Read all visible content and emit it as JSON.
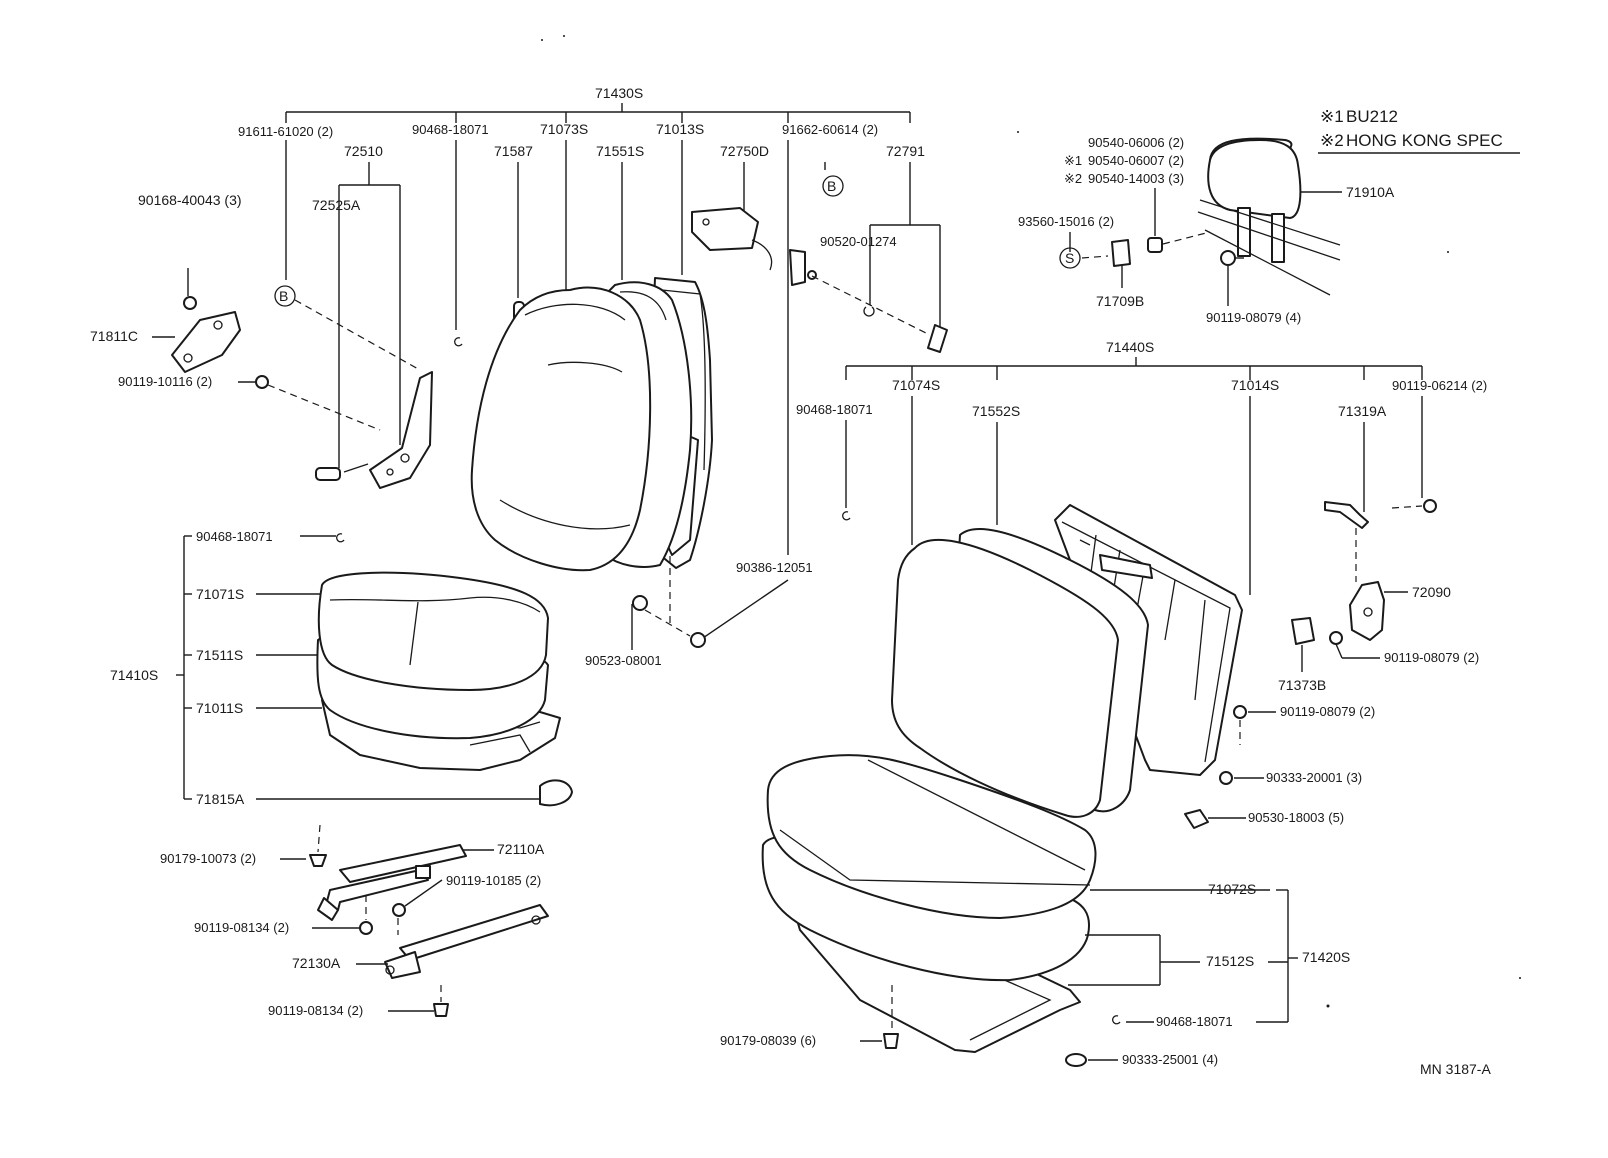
{
  "legend": {
    "line1_mark": "※1",
    "line1_text": "BU212",
    "line2_mark": "※2",
    "line2_text": "HONG KONG SPEC"
  },
  "footer_ref": "MN 3187-A",
  "labels": {
    "l_71430S": "71430S",
    "l_91611_61020": "91611-61020 (2)",
    "l_72510": "72510",
    "l_90468_18071_a": "90468-18071",
    "l_71073S": "71073S",
    "l_71013S": "71013S",
    "l_91662_60614": "91662-60614 (2)",
    "l_71587": "71587",
    "l_71551S": "71551S",
    "l_72750D": "72750D",
    "l_72791": "72791",
    "l_72525A": "72525A",
    "l_90168_40043": "90168-40043 (3)",
    "l_71811C": "71811C",
    "l_90119_10116": "90119-10116 (2)",
    "l_90520_01274": "90520-01274",
    "l_90540_06006": "90540-06006 (2)",
    "l_90540_06007_mark": "※1",
    "l_90540_06007": "90540-06007 (2)",
    "l_90540_14003_mark": "※2",
    "l_90540_14003": "90540-14003 (3)",
    "l_93560_15016": "93560-15016 (2)",
    "l_71709B": "71709B",
    "l_71910A": "71910A",
    "l_90119_08079_4": "90119-08079 (4)",
    "l_71440S": "71440S",
    "l_90468_18071_b": "90468-18071",
    "l_71074S": "71074S",
    "l_71552S": "71552S",
    "l_71014S": "71014S",
    "l_90119_06214": "90119-06214 (2)",
    "l_71319A": "71319A",
    "l_90468_18071_c": "90468-18071",
    "l_71071S": "71071S",
    "l_71410S": "71410S",
    "l_71511S": "71511S",
    "l_71011S": "71011S",
    "l_71815A": "71815A",
    "l_90386_12051": "90386-12051",
    "l_90523_08001": "90523-08001",
    "l_72090": "72090",
    "l_90119_08079_2a": "90119-08079 (2)",
    "l_71373B": "71373B",
    "l_90119_08079_2b": "90119-08079 (2)",
    "l_90333_20001": "90333-20001 (3)",
    "l_90530_18003": "90530-18003 (5)",
    "l_72110A": "72110A",
    "l_90179_10073": "90179-10073 (2)",
    "l_90119_10185": "90119-10185 (2)",
    "l_90119_08134_a": "90119-08134 (2)",
    "l_72130A": "72130A",
    "l_90119_08134_b": "90119-08134 (2)",
    "l_71072S": "71072S",
    "l_71512S": "71512S",
    "l_71420S": "71420S",
    "l_90468_18071_d": "90468-18071",
    "l_90179_08039": "90179-08039 (6)",
    "l_90333_25001": "90333-25001 (4)",
    "marker_B": "B",
    "marker_S": "S"
  }
}
